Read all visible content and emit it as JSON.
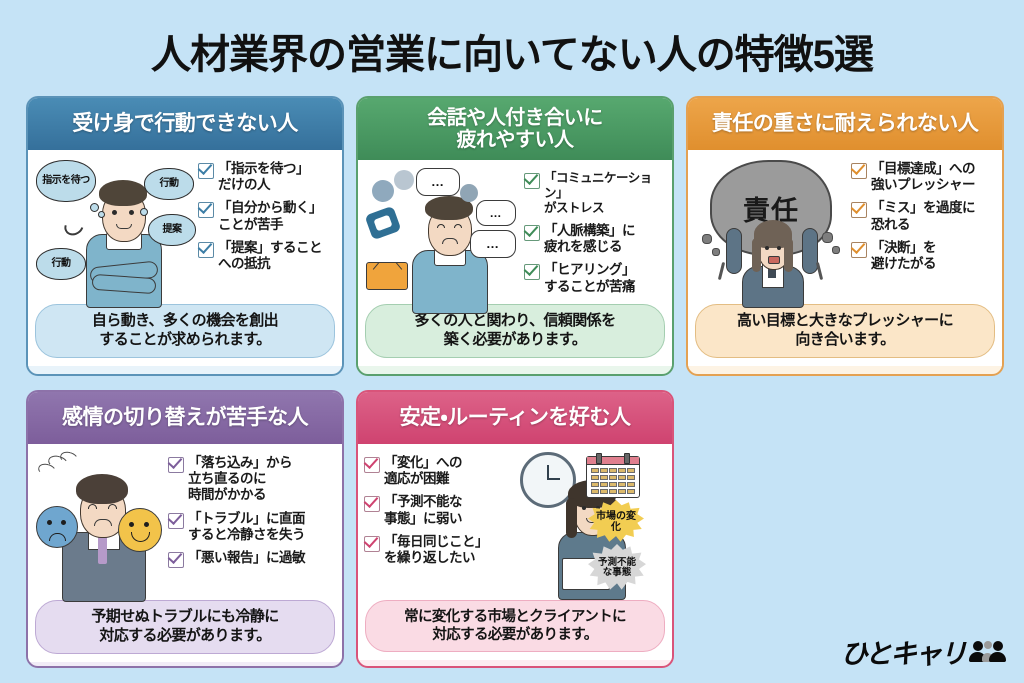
{
  "page": {
    "title": "人材業界の営業に向いてない人の特徴5選",
    "background_color": "#c5e3f6"
  },
  "logo": {
    "text": "ひとキャリ",
    "icon": "two-people-icon"
  },
  "cards": [
    {
      "id": "card1",
      "accent": "#35709b",
      "heading": "受け身で行動できない人",
      "heading_lines": [
        "受け身で行動できない人"
      ],
      "illustration": {
        "name": "man-with-crossed-arms",
        "bubbles": [
          "指示を待つ",
          "行動",
          "提案",
          "行動"
        ]
      },
      "bullets": [
        {
          "line1": "「指示を待つ」",
          "line2": "だけの人"
        },
        {
          "line1": "「自分から動く」",
          "line2": "ことが苦手"
        },
        {
          "line1": "「提案」すること",
          "line2": "への抵抗"
        }
      ],
      "footer_line1": "自ら動き、多くの機会を創出",
      "footer_line2": "することが求められます。"
    },
    {
      "id": "card2",
      "accent": "#3f8c58",
      "heading": "会話や人付き合いに疲れやすい人",
      "heading_lines": [
        "会話や人付き合いに",
        "疲れやすい人"
      ],
      "illustration": {
        "name": "man-with-phone-and-chat-bubbles",
        "bubbles": [
          "...",
          "...",
          "..."
        ]
      },
      "bullets": [
        {
          "line1": "「コミュニケーション」",
          "line2": "がストレス"
        },
        {
          "line1": "「人脈構築」に",
          "line2": "疲れを感じる"
        },
        {
          "line1": "「ヒアリング」",
          "line2": "することが苦痛"
        }
      ],
      "footer_line1": "多くの人と関わり、信頼関係を",
      "footer_line2": "築く必要があります。"
    },
    {
      "id": "card3",
      "accent": "#e08f2e",
      "heading": "責任の重さに耐えられない人",
      "heading_lines": [
        "責任の重さに耐えられない人"
      ],
      "illustration": {
        "name": "woman-carrying-heavy-rock",
        "rock_label": "責任"
      },
      "bullets": [
        {
          "line1": "「目標達成」への",
          "line2": "強いプレッシャー"
        },
        {
          "line1": "「ミス」を過度に",
          "line2": "恐れる"
        },
        {
          "line1": "「決断」を",
          "line2": "避けたがる"
        }
      ],
      "footer_line1": "高い目標と大きなプレッシャーに",
      "footer_line2": "向き合います。"
    },
    {
      "id": "card4",
      "accent": "#7d5e9b",
      "heading": "感情の切り替えが苦手な人",
      "heading_lines": [
        "感情の切り替えが苦手な人"
      ],
      "illustration": {
        "name": "man-with-sad-and-happy-face-icons",
        "faces": [
          "sad-face-icon",
          "happy-face-icon"
        ]
      },
      "bullets": [
        {
          "line1": "「落ち込み」から",
          "line2": "立ち直るのに",
          "line3": "時間がかかる"
        },
        {
          "line1": "「トラブル」に直面",
          "line2": "すると冷静さを失う"
        },
        {
          "line1": "「悪い報告」に過敏",
          "line2": ""
        }
      ],
      "footer_line1": "予期せぬトラブルにも冷静に",
      "footer_line2": "対応する必要があります。"
    },
    {
      "id": "card5",
      "accent": "#cf4370",
      "heading": "安定・ルーティンを好む人",
      "heading_lines": [
        "安定・ルーティンを好む人"
      ],
      "illustration": {
        "name": "woman-with-clock-and-calendar",
        "clock": "clock-icon",
        "calendar": "calendar-icon",
        "burst_yellow": "市場の変化",
        "burst_gray": "予測不能な事態"
      },
      "bullets": [
        {
          "line1": "「変化」への",
          "line2": "適応が困難"
        },
        {
          "line1": "「予測不能な",
          "line2": "事態」に弱い"
        },
        {
          "line1": "「毎日同じこと」",
          "line2": "を繰り返したい"
        }
      ],
      "footer_line1": "常に変化する市場とクライアントに",
      "footer_line2": "対応する必要があります。"
    }
  ]
}
